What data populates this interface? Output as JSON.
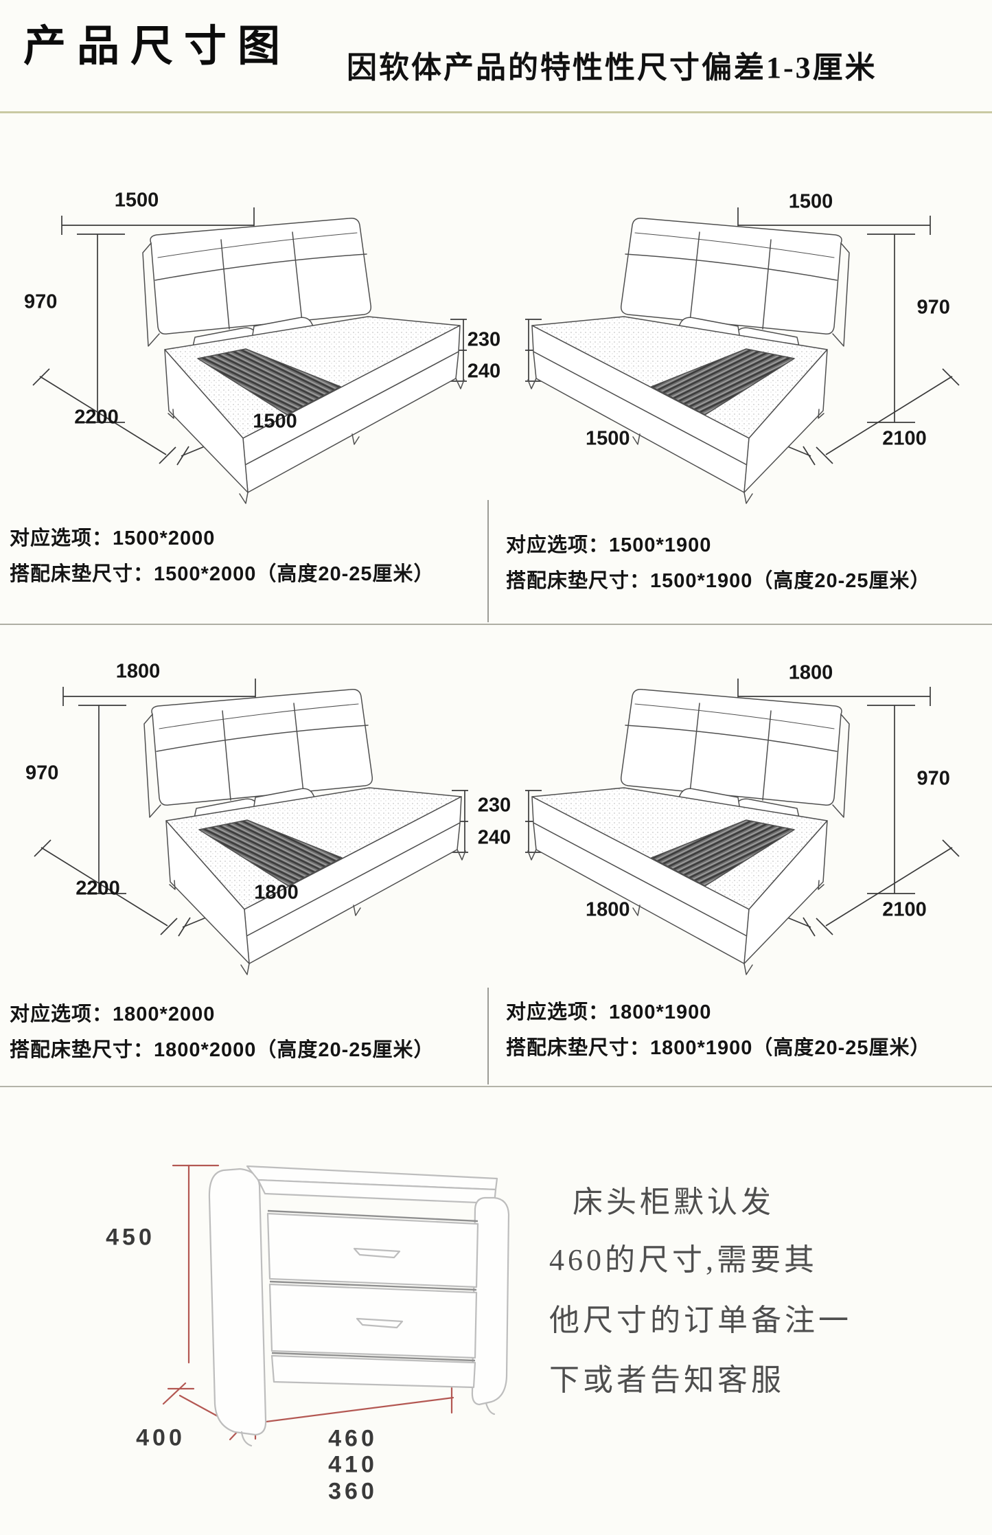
{
  "header": {
    "title": "产品尺寸图",
    "subtitle": "因软体产品的特性性尺寸偏差1-3厘米"
  },
  "rows": [
    {
      "side_dims": {
        "mattress_height": "230",
        "base_height": "240"
      },
      "left": {
        "top_width": "1500",
        "height": "970",
        "length": "2200",
        "width": "1500"
      },
      "right": {
        "top_width": "1500",
        "height": "970",
        "width": "1500",
        "length": "2100"
      },
      "left_text": {
        "option_label": "对应选项：",
        "option_value": "1500*2000",
        "mattress_label": "搭配床垫尺寸：",
        "mattress_value": "1500*2000（高度20-25厘米）"
      },
      "right_text": {
        "option_label": "对应选项：",
        "option_value": "1500*1900",
        "mattress_label": "搭配床垫尺寸：",
        "mattress_value": "1500*1900（高度20-25厘米）"
      }
    },
    {
      "side_dims": {
        "mattress_height": "230",
        "base_height": "240"
      },
      "left": {
        "top_width": "1800",
        "height": "970",
        "length": "2200",
        "width": "1800"
      },
      "right": {
        "top_width": "1800",
        "height": "970",
        "width": "1800",
        "length": "2100"
      },
      "left_text": {
        "option_label": "对应选项：",
        "option_value": "1800*2000",
        "mattress_label": "搭配床垫尺寸：",
        "mattress_value": "1800*2000（高度20-25厘米）"
      },
      "right_text": {
        "option_label": "对应选项：",
        "option_value": "1800*1900",
        "mattress_label": "搭配床垫尺寸：",
        "mattress_value": "1800*1900（高度20-25厘米）"
      }
    }
  ],
  "nightstand": {
    "height": "450",
    "depth": "400",
    "width_options": [
      "460",
      "410",
      "360"
    ],
    "note_lines": [
      "床头柜默认发",
      "460的尺寸,需要其",
      "他尺寸的订单备注一",
      "下或者告知客服"
    ],
    "accent_color": "#b35752"
  }
}
